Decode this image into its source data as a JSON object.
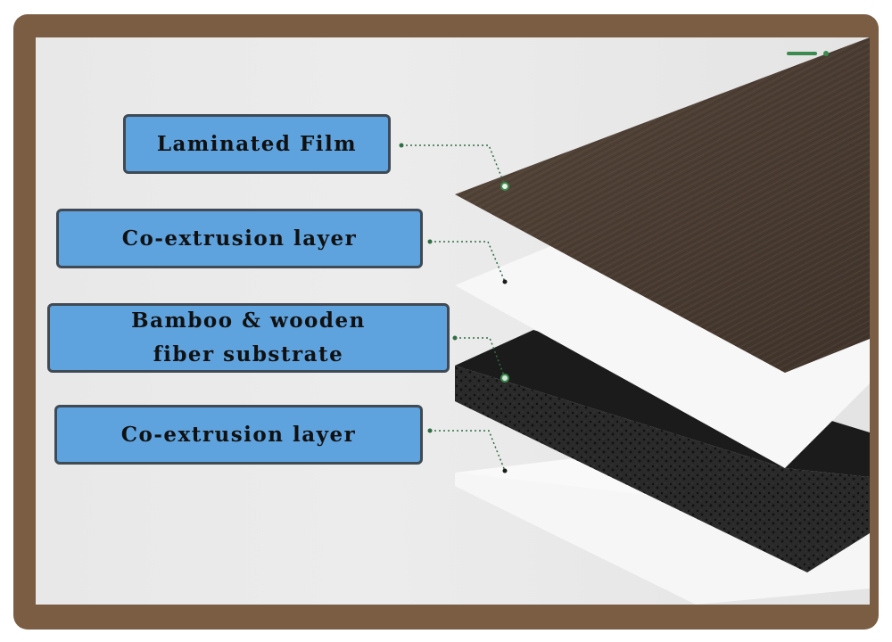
{
  "labels": {
    "laminated_film": "Laminated Film",
    "coextrusion_top": "Co-extrusion layer",
    "substrate_line1": "Bamboo & wooden",
    "substrate_line2": "fiber substrate",
    "coextrusion_bottom": "Co-extrusion layer"
  },
  "colors": {
    "frame": "#7b5d44",
    "label_fill": "#5fa3de",
    "label_border": "#3f4a55",
    "film": "#4b3d33",
    "substrate": "#1b1b1b",
    "leader": "#2f6e45"
  }
}
